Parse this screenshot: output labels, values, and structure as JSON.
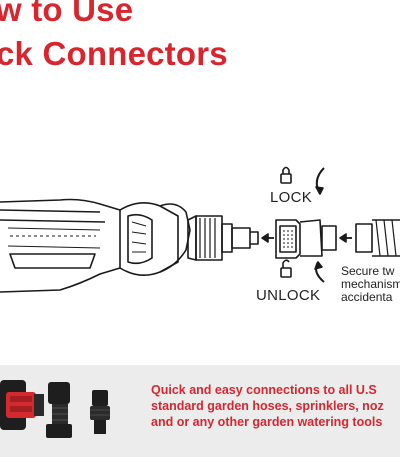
{
  "heading": {
    "line1": "w to Use",
    "line2": "ck Connectors"
  },
  "diagram": {
    "lock_label": "LOCK",
    "unlock_label": "UNLOCK"
  },
  "side_note": {
    "line1": "Secure tw",
    "line2": "mechanism",
    "line3": "accidenta"
  },
  "bottom": {
    "line1": "Quick and easy connections to all U.S",
    "line2": "standard garden hoses, sprinklers, noz",
    "line3": "and or any other garden watering tools"
  },
  "colors": {
    "accent": "#d8262e",
    "band": "#ececec",
    "connector_red": "#d42a2f",
    "connector_black": "#1e1e1e"
  }
}
